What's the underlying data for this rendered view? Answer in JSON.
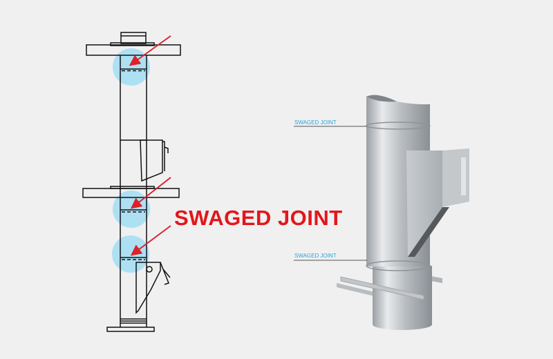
{
  "main_label": "SWAGED JOINT",
  "callouts": [
    {
      "label": "SWAGED JOINT"
    },
    {
      "label": "SWAGED JOINT"
    }
  ],
  "colors": {
    "accent_red": "#e3161b",
    "highlight_blue": "#aee0f4",
    "label_blue": "#2aa3d8",
    "background": "#f0f0f0"
  }
}
